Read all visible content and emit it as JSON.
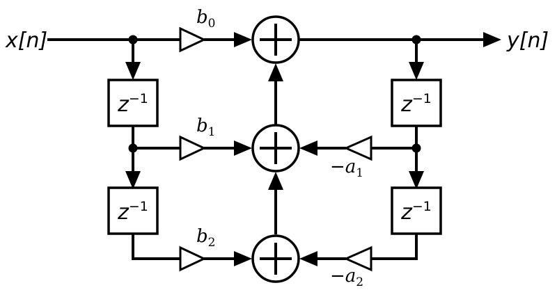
{
  "signals": {
    "input": "x[n]",
    "output": "y[n]"
  },
  "delay": {
    "base": "z",
    "exponent": "−1"
  },
  "coefficients": {
    "b0": {
      "sym": "b",
      "sub": "0"
    },
    "b1": {
      "sym": "b",
      "sub": "1"
    },
    "b2": {
      "sym": "b",
      "sub": "2"
    },
    "a1": {
      "sym": "−a",
      "sub": "1"
    },
    "a2": {
      "sym": "−a",
      "sub": "2"
    }
  }
}
